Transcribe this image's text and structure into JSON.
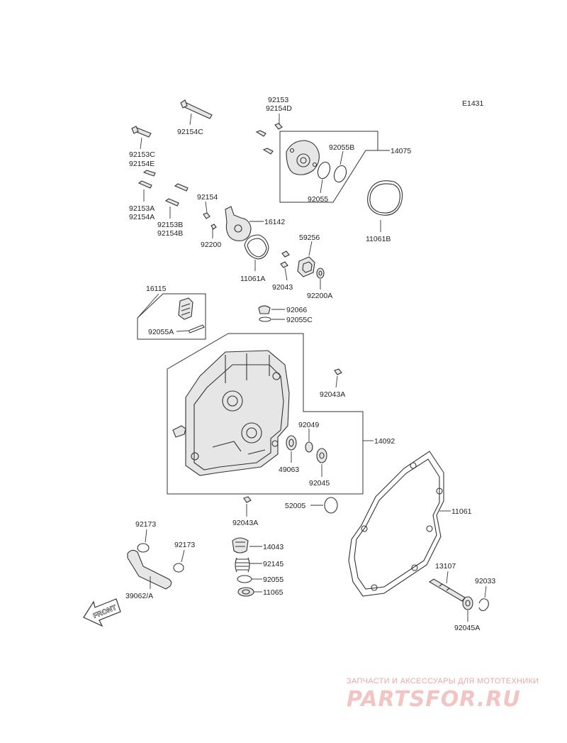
{
  "diagram_code": "E1431",
  "front_label": "FRONT",
  "watermark": {
    "tagline": "ЗАПЧАСТИ И АКСЕССУАРЫ ДЛЯ МОТОТЕХНИКИ",
    "brand": "PARTSFOR.RU"
  },
  "labels": {
    "p92153": "92153",
    "p92154D": "92154D",
    "p92154C": "92154C",
    "p92153C": "92153C",
    "p92154E": "92154E",
    "p92055B": "92055B",
    "p14075": "14075",
    "p92055_top": "92055",
    "p11061B": "11061B",
    "p92153A": "92153A",
    "p92154A": "92154A",
    "p92154": "92154",
    "p92153B": "92153B",
    "p92154B": "92154B",
    "p16142": "16142",
    "p92200": "92200",
    "p59256": "59256",
    "p11061A": "11061A",
    "p92043": "92043",
    "p92200A": "92200A",
    "p16115": "16115",
    "p92055A": "92055A",
    "p92066": "92066",
    "p92055C": "92055C",
    "p92043A_top": "92043A",
    "p92049": "92049",
    "p14092": "14092",
    "p49063": "49063",
    "p92045": "92045",
    "p52005": "52005",
    "p11061": "11061",
    "p92043A_bot": "92043A",
    "p92173_left": "92173",
    "p92173_right": "92173",
    "p14043": "14043",
    "p92145": "92145",
    "p92055_bot": "92055",
    "p11065": "11065",
    "p39062A": "39062/A",
    "p13107": "13107",
    "p92033": "92033",
    "p92045A": "92045A"
  }
}
